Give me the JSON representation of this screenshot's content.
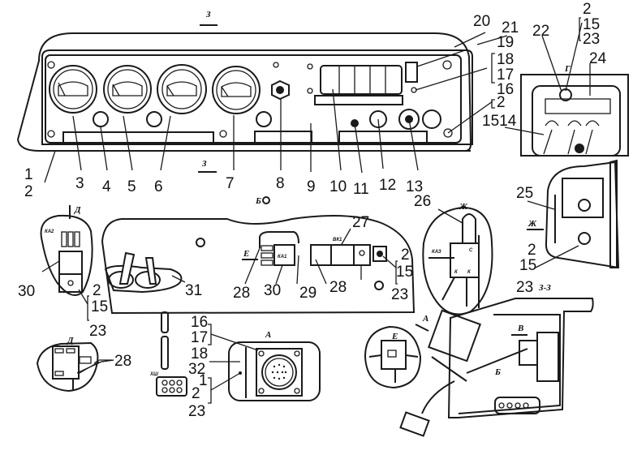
{
  "diagram": {
    "title": "Instrument panel assembly",
    "section_marks": {
      "top": "З",
      "bottom": "З",
      "section_label": "З-З"
    },
    "view_letters": {
      "b": "Б",
      "a_arrow": "А",
      "a_view": "А",
      "d_arrow": "Д",
      "d_view": "Д",
      "e_arrow": "Е",
      "e_view": "Е",
      "zh_arrow": "Ж",
      "zh_view": "Ж",
      "g_view": "Г",
      "v_arrow": "В",
      "b_arrow": "Б"
    },
    "part_marks": {
      "ka2_left": "КА2",
      "ka1_mid": "КА1",
      "bk1": "ВК1",
      "ka3": "КАЗ",
      "xs_plug": "ХШ",
      "c": "С",
      "k1": "К",
      "k2": "К"
    },
    "callouts": {
      "c1": "1",
      "c2": "2",
      "c3": "3",
      "c4": "4",
      "c5": "5",
      "c6": "6",
      "c7": "7",
      "c8": "8",
      "c9": "9",
      "c10": "10",
      "c11": "11",
      "c12": "12",
      "c13": "13",
      "c20": "20",
      "c21": "21",
      "c19": "19",
      "c18": "18",
      "c17": "17",
      "c16": "16",
      "c2b": "2",
      "c1514": "1514",
      "g22": "22",
      "g2": "2",
      "g15": "15",
      "g23": "23",
      "g24": "24",
      "c25": "25",
      "c2c": "2",
      "c15c": "15",
      "c23c": "23",
      "c26": "26",
      "c27": "27",
      "c2d": "2",
      "c15d": "15",
      "c23d": "23",
      "c28a": "28",
      "c30a": "30",
      "c29": "29",
      "c28b": "28",
      "c31": "31",
      "l30": "30",
      "l2": "2",
      "l15": "15",
      "l23": "23",
      "d28": "28",
      "a16": "16",
      "a17": "17",
      "a18": "18",
      "a32": "32",
      "a1": "1",
      "a2": "2",
      "a23": "23"
    }
  }
}
